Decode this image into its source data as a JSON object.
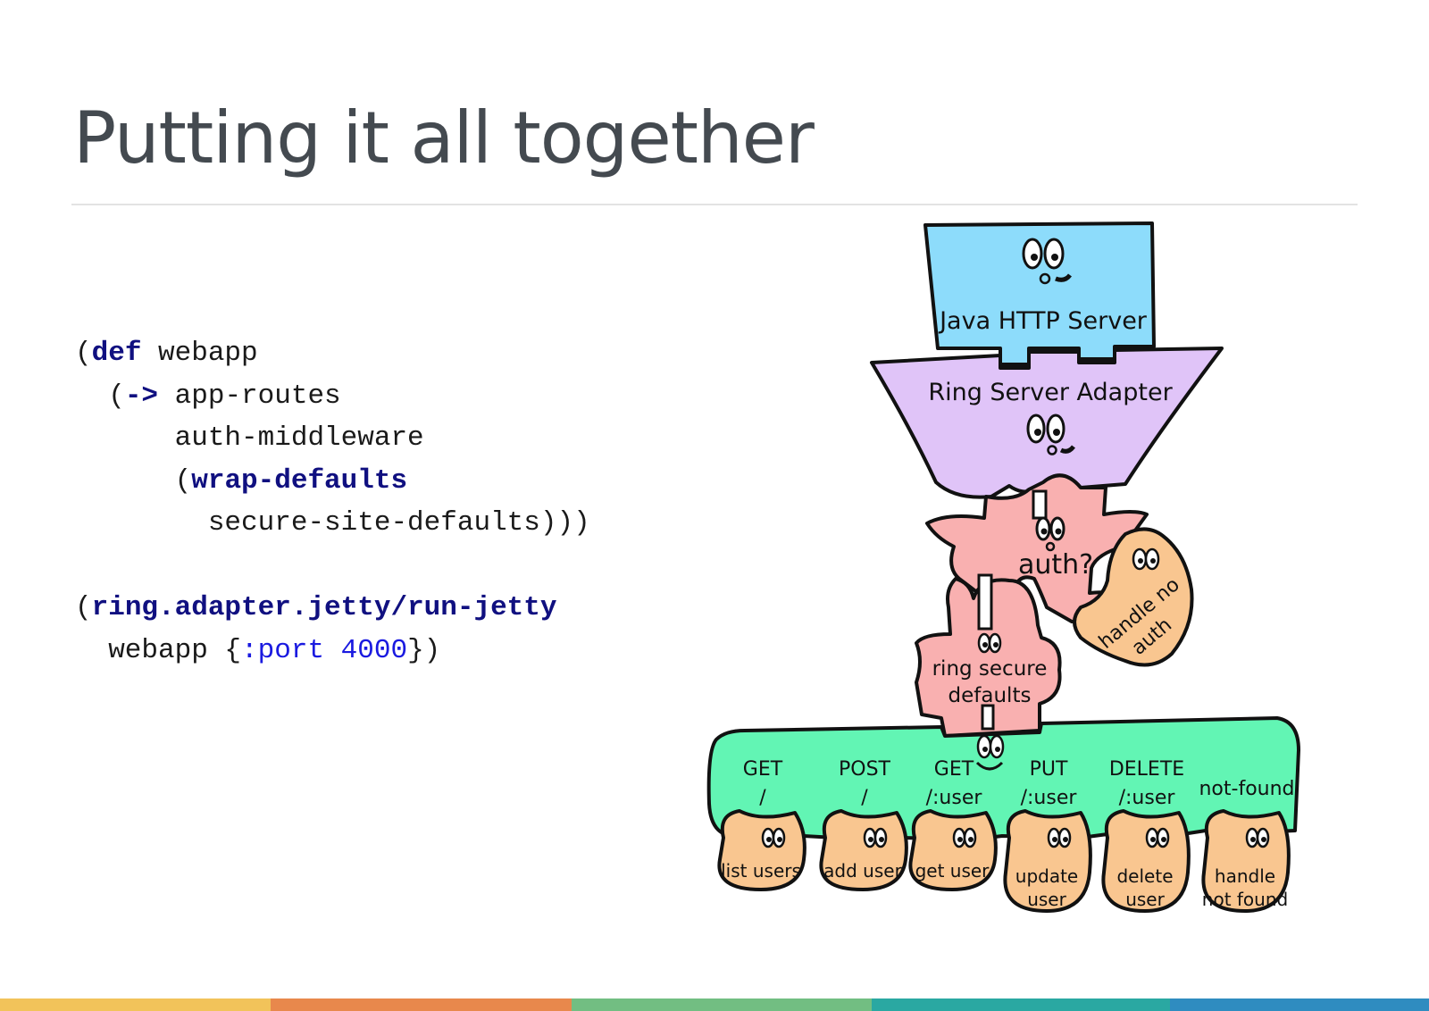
{
  "slide": {
    "title": "Putting it all together"
  },
  "code": {
    "lines": [
      [
        [
          "(",
          "plain"
        ],
        [
          "def",
          "kw"
        ],
        [
          " webapp",
          "plain"
        ]
      ],
      [
        [
          "  (",
          "plain"
        ],
        [
          "->",
          "kw"
        ],
        [
          " app-routes",
          "plain"
        ]
      ],
      [
        [
          "      auth-middleware",
          "plain"
        ]
      ],
      [
        [
          "      (",
          "plain"
        ],
        [
          "wrap-defaults",
          "kw"
        ]
      ],
      [
        [
          "        secure-site-defaults)))",
          "plain"
        ]
      ],
      [
        [
          "",
          "plain"
        ]
      ],
      [
        [
          "(",
          "plain"
        ],
        [
          "ring.adapter.jetty/run-jetty",
          "kw"
        ]
      ],
      [
        [
          "  webapp {",
          "plain"
        ],
        [
          ":port",
          "lit"
        ],
        [
          " ",
          "plain"
        ],
        [
          "4000",
          "lit"
        ],
        [
          "})",
          "plain"
        ]
      ]
    ]
  },
  "diagram": {
    "server_label": "Java HTTP Server",
    "adapter_label": "Ring Server Adapter",
    "auth_label": "auth?",
    "handle_no_auth_line1": "handle no",
    "handle_no_auth_line2": "auth",
    "secure_defaults_line1": "ring secure",
    "secure_defaults_line2": "defaults",
    "routes": [
      {
        "method": "GET",
        "path": "/",
        "handler_line1": "list users",
        "handler_line2": ""
      },
      {
        "method": "POST",
        "path": "/",
        "handler_line1": "add user",
        "handler_line2": ""
      },
      {
        "method": "GET",
        "path": "/:user",
        "handler_line1": "get user",
        "handler_line2": ""
      },
      {
        "method": "PUT",
        "path": "/:user",
        "handler_line1": "update",
        "handler_line2": "user"
      },
      {
        "method": "DELETE",
        "path": "/:user",
        "handler_line1": "delete",
        "handler_line2": "user"
      },
      {
        "method": "not-found",
        "path": "",
        "handler_line1": "handle",
        "handler_line2": "not found"
      }
    ],
    "colors": {
      "server": "#8ddcfb",
      "adapter": "#e0c4f8",
      "middleware": "#f9b0b0",
      "router": "#62f5b4",
      "handler": "#f9c690",
      "outline": "#111111"
    }
  },
  "footer_colors": [
    "#f2c35a",
    "#e8884c",
    "#72be82",
    "#2aa8a2",
    "#2f8cc0"
  ]
}
